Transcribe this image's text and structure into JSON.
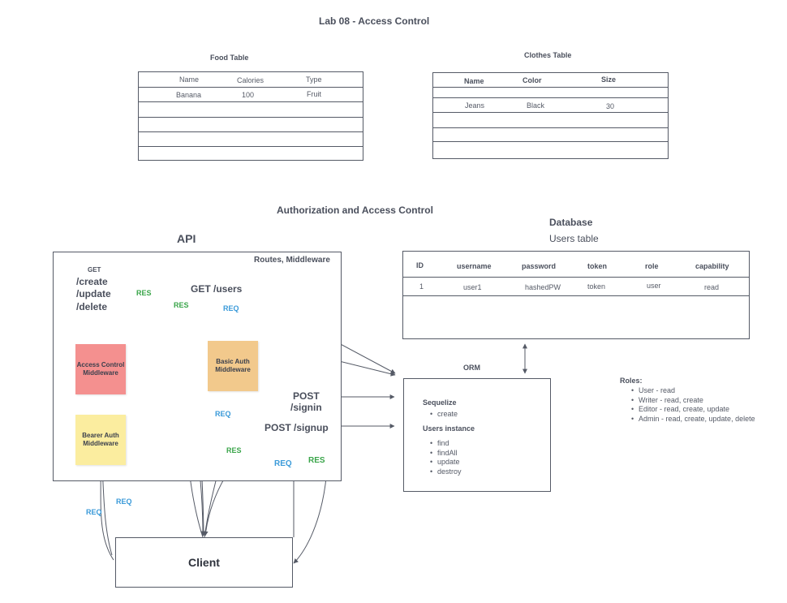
{
  "lab_title": "Lab 08 - Access Control",
  "food_table": {
    "title": "Food Table",
    "headers": [
      "Name",
      "Calories",
      "Type"
    ],
    "rows": [
      [
        "Banana",
        "100",
        "Fruit"
      ]
    ]
  },
  "clothes_table": {
    "title": "Clothes Table",
    "headers": [
      "Name",
      "Color",
      "Size"
    ],
    "rows": [
      [
        "Jeans",
        "Black",
        "30"
      ]
    ]
  },
  "auth_title": "Authorization and Access Control",
  "api": {
    "title": "API",
    "box_label": "Routes, Middleware",
    "get_label": "GET",
    "route_create": "/create",
    "route_update": "/update",
    "route_delete": "/delete",
    "route_get_users": "GET /users",
    "route_post": "POST",
    "route_signin": "/signin",
    "route_signup": "POST /signup",
    "mw_access": "Access Control Middleware",
    "mw_basic": "Basic Auth Middleware",
    "mw_bearer": "Bearer Auth Middleware",
    "res": "RES",
    "req": "REQ"
  },
  "database": {
    "title": "Database",
    "subtitle": "Users table",
    "headers": [
      "ID",
      "username",
      "password",
      "token",
      "role",
      "capability"
    ],
    "rows": [
      [
        "1",
        "user1",
        "hashedPW",
        "token",
        "user",
        "read"
      ]
    ]
  },
  "orm": {
    "title": "ORM",
    "sequelize_label": "Sequelize",
    "sequelize_items": [
      "create"
    ],
    "instance_label": "Users instance",
    "instance_items": [
      "find",
      "findAll",
      "update",
      "destroy"
    ]
  },
  "roles": {
    "title": "Roles:",
    "items": [
      "User - read",
      "Writer - read, create",
      "Editor - read, create, update",
      "Admin - read, create, update, delete"
    ]
  },
  "client": {
    "label": "Client"
  },
  "colors": {
    "access": "#f4908f",
    "basic": "#f2c98c",
    "bearer": "#fbed9f",
    "res": "#3aa54a",
    "req": "#3a9ad9",
    "stroke": "#555a66"
  }
}
